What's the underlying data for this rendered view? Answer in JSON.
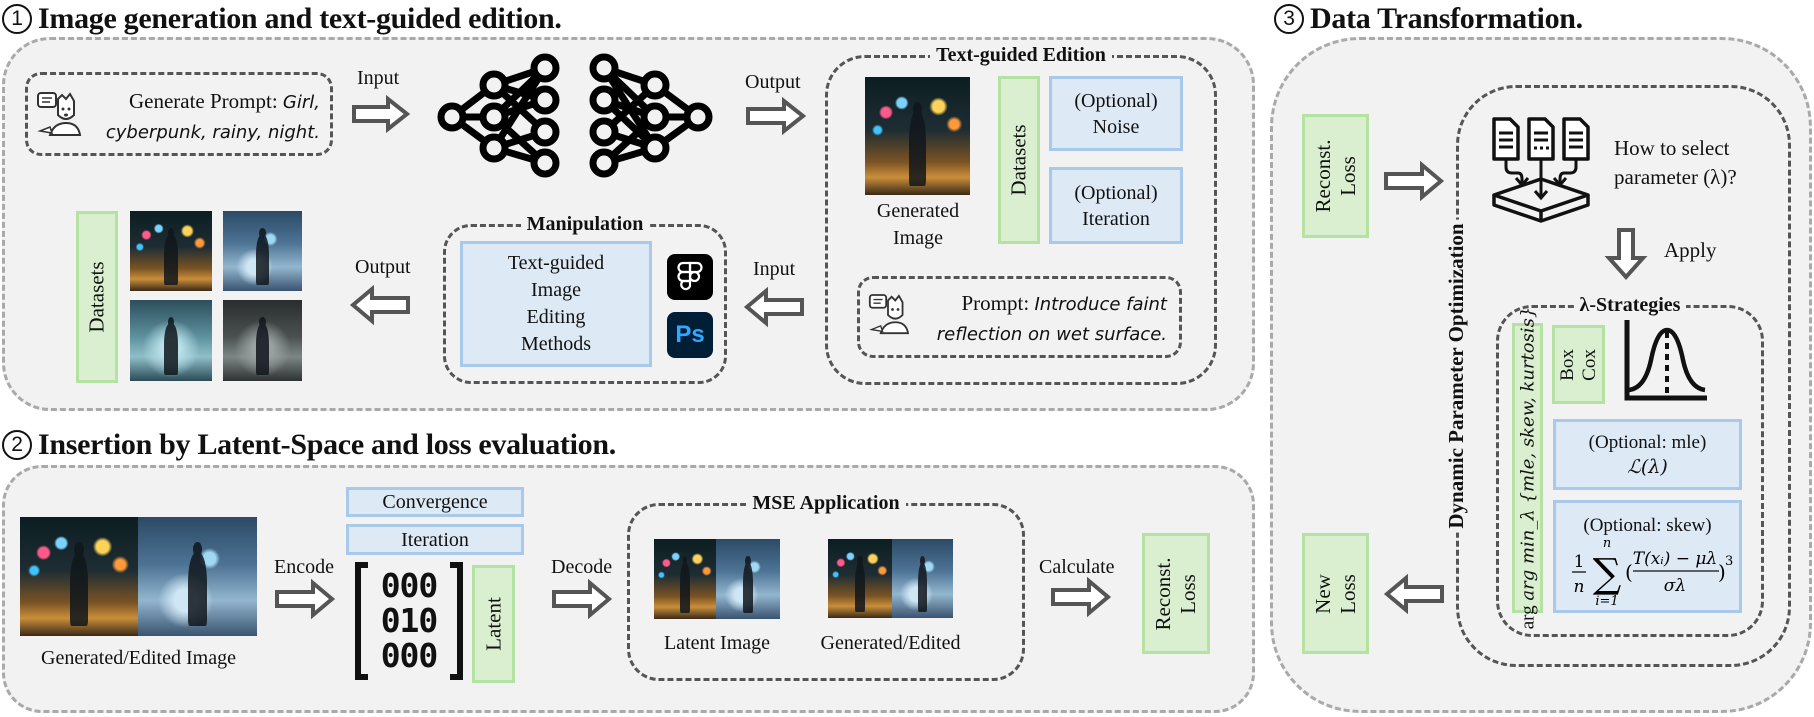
{
  "sections": {
    "s1": {
      "number": "1",
      "title": "Image generation and text-guided edition."
    },
    "s2": {
      "number": "2",
      "title": "Insertion by Latent-Space and loss evaluation."
    },
    "s3": {
      "number": "3",
      "title": "Data Transformation."
    }
  },
  "s1": {
    "prompt": {
      "prefix": "Generate Prompt: ",
      "italic_line1": "Girl,",
      "italic_line2": "cyberpunk, rainy, night.",
      "icon": "user-speech-icon"
    },
    "input_label": "Input",
    "output_label": "Output",
    "model_icon": "neural-network-icon",
    "text_guided_edition": {
      "title": "Text-guided Edition",
      "generated_image_label_line1": "Generated",
      "generated_image_label_line2": "Image",
      "datasets_label": "Datasets",
      "noise_line1": "(Optional)",
      "noise_line2": "Noise",
      "iteration_line1": "(Optional)",
      "iteration_line2": "Iteration",
      "prompt_prefix": "Prompt: ",
      "prompt_italic_line1": "Introduce faint",
      "prompt_italic_line2": "reflection on wet surface."
    },
    "manipulation": {
      "title": "Manipulation",
      "methods_lines": [
        "Text-guided",
        "Image",
        "Editing",
        "Methods"
      ],
      "tools": [
        {
          "name": "figma",
          "icon": "figma-icon"
        },
        {
          "name": "photoshop",
          "icon": "photoshop-icon",
          "text": "Ps"
        }
      ]
    },
    "input_label_2": "Input",
    "output_label_2": "Output",
    "datasets_label": "Datasets"
  },
  "s2": {
    "image_caption": "Generated/Edited Image",
    "encode_label": "Encode",
    "convergence_label": "Convergence",
    "iteration_label": "Iteration",
    "latent_matrix": [
      "000",
      "010",
      "000"
    ],
    "latent_label": "Latent",
    "decode_label": "Decode",
    "mse": {
      "title": "MSE Application",
      "latent_caption": "Latent Image",
      "generated_caption": "Generated/Edited"
    },
    "calculate_label": "Calculate",
    "reconst_line1": "Reconst.",
    "reconst_line2": "Loss"
  },
  "s3": {
    "reconst_line1": "Reconst.",
    "reconst_line2": "Loss",
    "new_loss_line1": "New",
    "new_loss_line2": "Loss",
    "dynamic_label": "Dynamic Parameter Optimization",
    "question_line1": "How to select",
    "question_line2": "parameter (λ)?",
    "apply_label": "Apply",
    "strategies": {
      "title": "λ-Strategies",
      "argmin_label": "arg min_λ {mle, skew, kurtosis}",
      "boxcox_line1": "Box",
      "boxcox_line2": "Cox",
      "mle_line1": "(Optional: mle)",
      "mle_formula": "ℒ(λ)",
      "skew_line1": "(Optional: skew)"
    }
  },
  "colors": {
    "panel_bg": "#f1f2f1",
    "panel_border": "#a9a9a9",
    "dash_border": "#555555",
    "green_fill": "#d9efcf",
    "green_border": "#b4e2a2",
    "blue_fill": "#dde9f5",
    "blue_border": "#a8c9ea",
    "photoshop_bg": "#001e36",
    "photoshop_text": "#31a8ff"
  }
}
